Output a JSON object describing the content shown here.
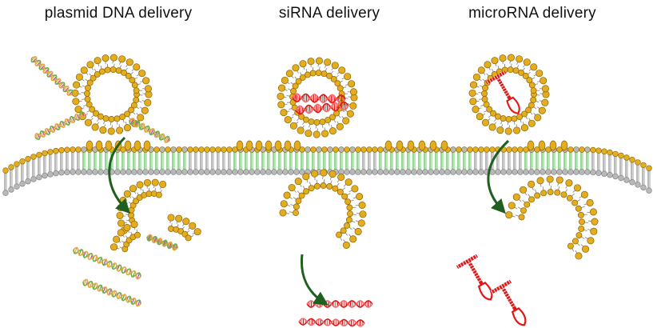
{
  "panels": [
    {
      "title": "plasmid DNA delivery"
    },
    {
      "title": "siRNA delivery"
    },
    {
      "title": "microRNA delivery"
    }
  ],
  "colors": {
    "lipid_head": "#e3ad1e",
    "lipid_head_edge": "#8a6205",
    "tail": "#8c8c8c",
    "grey_head": "#b8b8b8",
    "green_tail": "#4cc24c",
    "arrow": "#1f5f1f",
    "rna_red": "#e01818",
    "dna_green": "#6ab04c",
    "dna_orange": "#e8a640",
    "dna_magenta": "#c04ab0"
  }
}
